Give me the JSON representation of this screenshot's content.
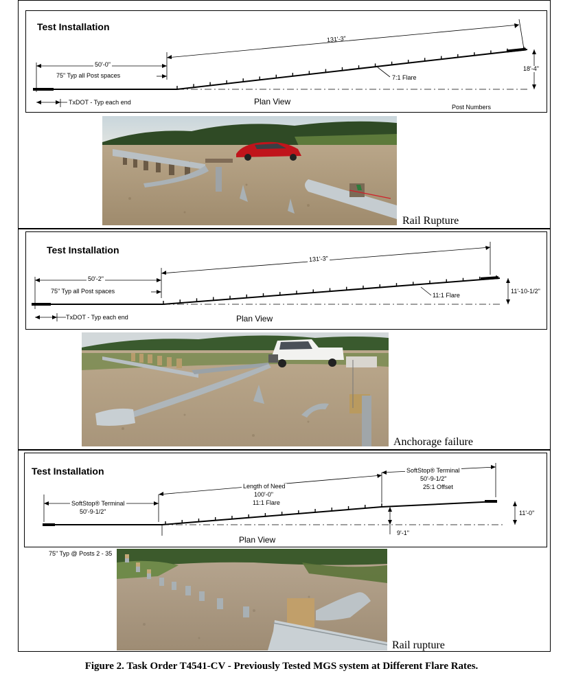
{
  "panels": [
    {
      "diagram": {
        "title": "Test Installation",
        "view_label": "Plan View",
        "total_length": "131'-3\"",
        "section_length": "50'-0\"",
        "post_spacing": "75\" Typ all Post spaces",
        "end_note": "TxDOT - Typ each end",
        "flare": "7:1 Flare",
        "offset": "18'-4\"",
        "post_numbers": "Post Numbers"
      },
      "photo": {
        "caption": "Rail Rupture"
      }
    },
    {
      "diagram": {
        "title": "Test Installation",
        "view_label": "Plan View",
        "total_length": "131'-3\"",
        "section_length": "50'-2\"",
        "post_spacing": "75\" Typ all Post spaces",
        "end_note": "TxDOT - Typ each end",
        "flare": "11:1 Flare",
        "offset": "11'-10-1/2\""
      },
      "photo": {
        "caption": "Anchorage failure"
      }
    },
    {
      "diagram": {
        "title": "Test Installation",
        "view_label": "Plan View",
        "left_terminal": "SoftStop® Terminal",
        "left_terminal_length": "50'-9-1/2\"",
        "need_label": "Length of Need",
        "need_length": "100'-0\"",
        "need_flare": "11:1 Flare",
        "right_terminal": "SoftStop® Terminal",
        "right_terminal_length": "50'-9-1/2\"",
        "right_offset": "25:1 Offset",
        "offset_total": "11'-0\"",
        "offset_mid": "9'-1\"",
        "post_spacing": "75\" Typ @ Posts 2 - 35"
      },
      "photo": {
        "caption": "Rail rupture"
      }
    }
  ],
  "figure_caption": "Figure 2. Task Order T4541-CV - Previously Tested MGS system at Different Flare Rates."
}
